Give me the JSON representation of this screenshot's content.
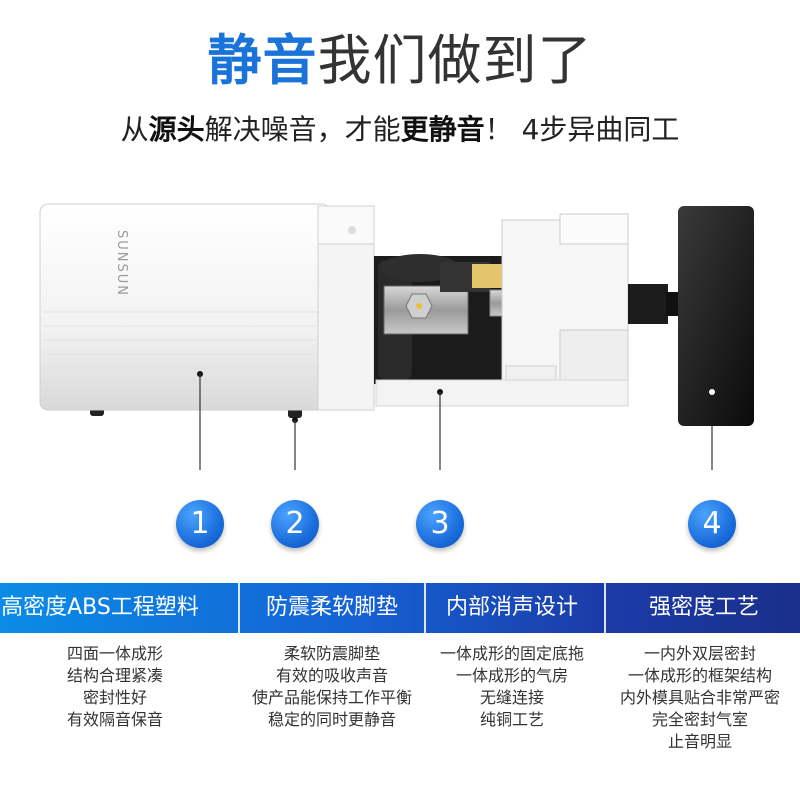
{
  "headline": {
    "accent": "静音",
    "rest": "我们做到了"
  },
  "subline": {
    "p1": "从",
    "b1": "源头",
    "p2": "解决噪音，才能",
    "b2": "更静音",
    "p3": "！ 4步异曲同工"
  },
  "product": {
    "brand": "SUNSUN"
  },
  "markers": [
    "1",
    "2",
    "3",
    "4"
  ],
  "features": [
    {
      "title": "高密度ABS工程塑料",
      "lines": [
        "四面一体成形",
        "结构合理紧凑",
        "密封性好",
        "有效隔音保音"
      ]
    },
    {
      "title": "防震柔软脚垫",
      "lines": [
        "柔软防震脚垫",
        "有效的吸收声音",
        "使产品能保持工作平衡",
        "稳定的同时更静音"
      ]
    },
    {
      "title": "内部消声设计",
      "lines": [
        "一体成形的固定底拖",
        "一体成形的气房",
        "无缝连接",
        "纯铜工艺"
      ]
    },
    {
      "title": "强密度工艺",
      "lines": [
        "一内外双层密封",
        "一体成形的框架结构",
        "内外模具贴合非常严密",
        "完全密封气室",
        "止音明显"
      ]
    }
  ]
}
